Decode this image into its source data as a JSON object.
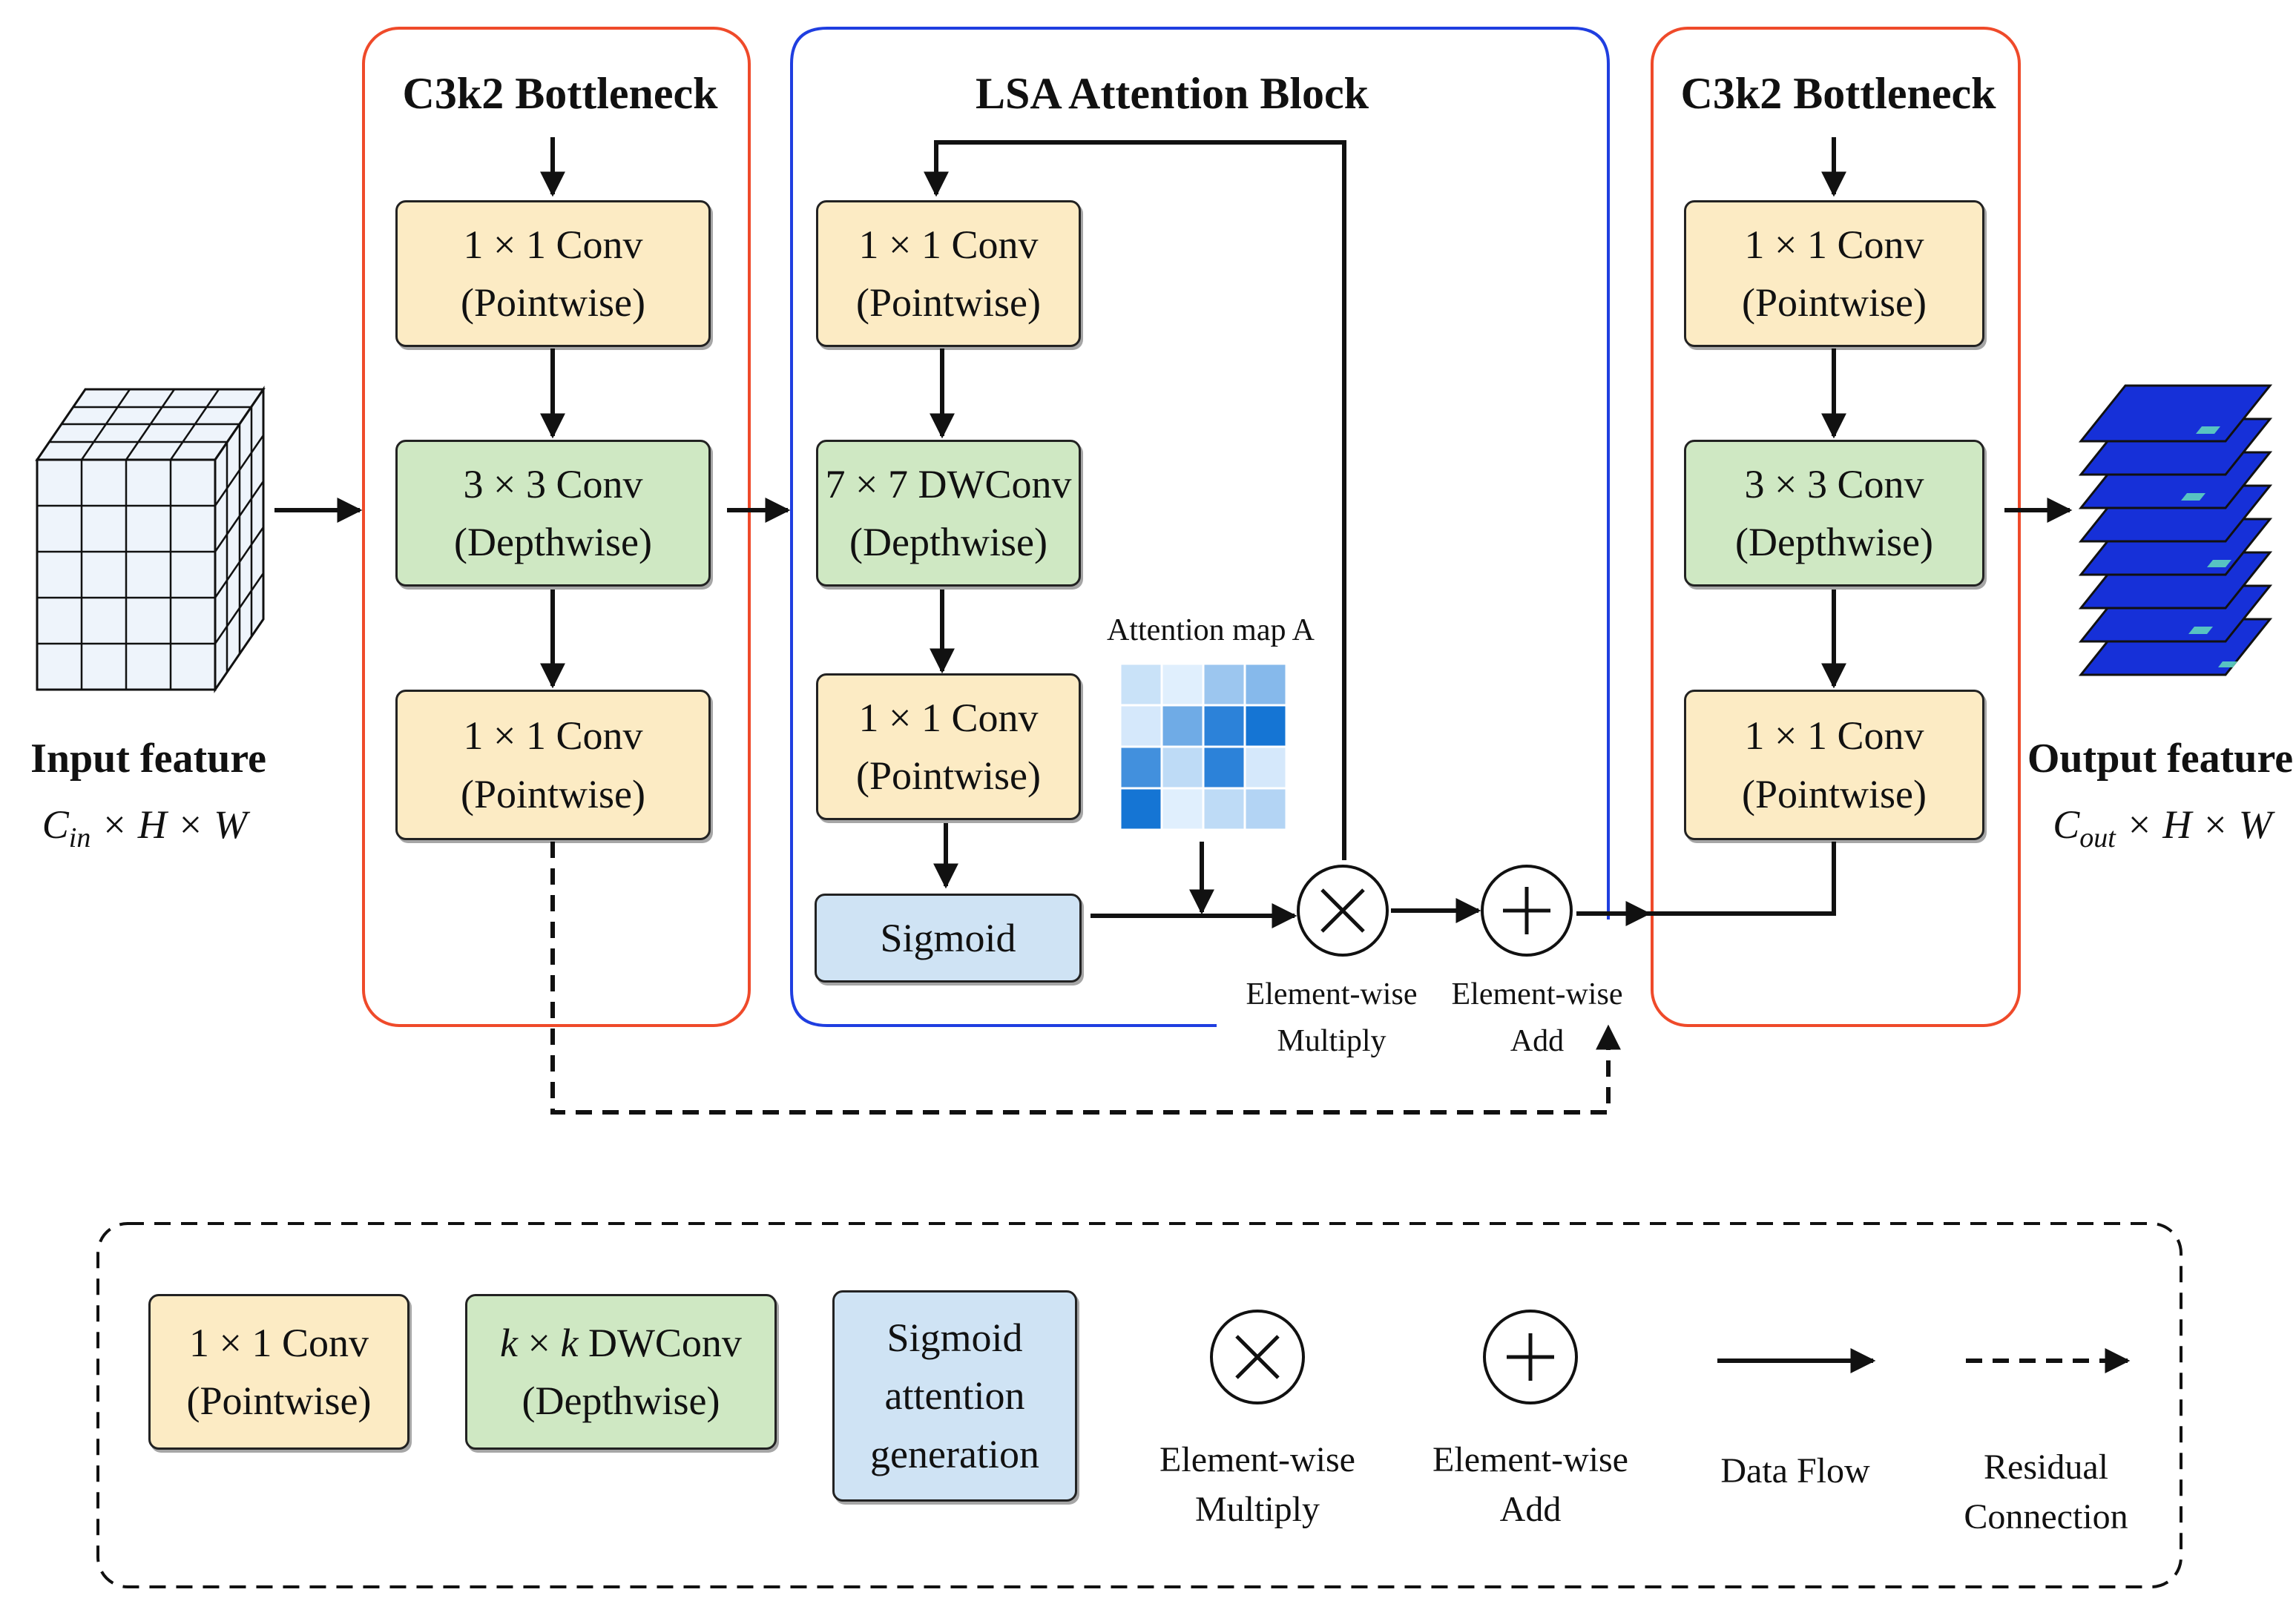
{
  "input": {
    "title": "Input feature",
    "dims": "C",
    "dims_sub": "in",
    "dims_rest": " × H × W"
  },
  "output": {
    "title": "Output feature",
    "dims": "C",
    "dims_sub": "out",
    "dims_rest": " × H × W"
  },
  "left_block": {
    "title": "C3k2 Bottleneck",
    "conv1": [
      "1 × 1 Conv",
      "(Pointwise)"
    ],
    "conv2": [
      "3 × 3 Conv",
      "(Depthwise)"
    ],
    "conv3": [
      "1 × 1 Conv",
      "(Pointwise)"
    ]
  },
  "lsa_block": {
    "title": "LSA Attention Block",
    "conv1": [
      "1 × 1 Conv",
      "(Pointwise)"
    ],
    "conv2": [
      "7 × 7 DWConv",
      "(Depthwise)"
    ],
    "conv3": [
      "1 × 1 Conv",
      "(Pointwise)"
    ],
    "sigmoid": "Sigmoid",
    "attention_map": "Attention map A",
    "attention_grid": [
      [
        0.15,
        0.05,
        0.35,
        0.45
      ],
      [
        0.1,
        0.55,
        0.85,
        0.95
      ],
      [
        0.75,
        0.2,
        0.85,
        0.1
      ],
      [
        0.95,
        0.05,
        0.2,
        0.25
      ]
    ],
    "multiply_label": [
      "Element-wise",
      "Multiply"
    ],
    "add_label": [
      "Element-wise",
      "Add"
    ]
  },
  "right_block": {
    "title": "C3k2 Bottleneck",
    "conv1": [
      "1 × 1 Conv",
      "(Pointwise)"
    ],
    "conv2": [
      "3 × 3 Conv",
      "(Depthwise)"
    ],
    "conv3": [
      "1 × 1 Conv",
      "(Pointwise)"
    ]
  },
  "legend": {
    "pointwise": [
      "1 × 1 Conv",
      "(Pointwise)"
    ],
    "dwconv_k": "k",
    "dwconv_rest": " × ",
    "dwconv_k2": "k",
    "dwconv_tail": " DWConv",
    "dwconv_sub": "(Depthwise)",
    "sigmoid": [
      "Sigmoid",
      "attention",
      "generation"
    ],
    "multiply": [
      "Element-wise",
      "Multiply"
    ],
    "add": [
      "Element-wise",
      "Add"
    ],
    "data_flow": "Data Flow",
    "residual": [
      "Residual",
      "Connection"
    ]
  },
  "colors": {
    "pointwise": "#fcebc4",
    "depthwise": "#cfe8c3",
    "sigmoid": "#cfe3f4",
    "bottleneck_border": "#ef4a2a",
    "lsa_border": "#1f3ee0",
    "attention_blue": "#1a86d6"
  }
}
